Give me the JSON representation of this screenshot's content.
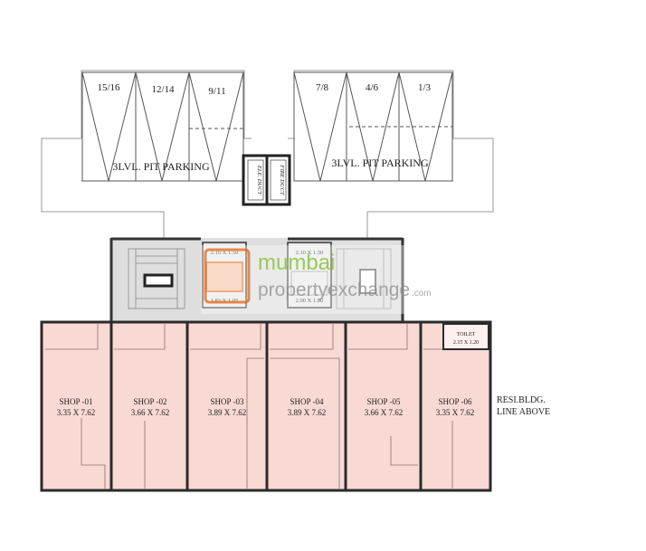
{
  "parking_left": {
    "bays": [
      "15/16",
      "12/14",
      "9/11"
    ],
    "label": "3LVL. PIT PARKING"
  },
  "parking_right": {
    "bays": [
      "7/8",
      "4/6",
      "1/3"
    ],
    "label": "3LVL. PIT PARKING"
  },
  "ducts": {
    "ele": "ELE. DUCT",
    "fire": "FIRE DUCT"
  },
  "core": {
    "lift_left_dim": "2.10 X 1.50",
    "lobby_dim": "1.83 X 1.05",
    "lift_right_dim": "2.10 X 1.50",
    "passage_dim": "2.00 X 1.80"
  },
  "watermark": {
    "line1": "mumbai",
    "line2": "propertyexchange",
    "suffix": ".com"
  },
  "shops": [
    {
      "name": "SHOP -01",
      "size": "3.35 X 7.62"
    },
    {
      "name": "SHOP -02",
      "size": "3.66 X 7.62"
    },
    {
      "name": "SHOP -03",
      "size": "3.89 X 7.62"
    },
    {
      "name": "SHOP -04",
      "size": "3.89 X 7.62"
    },
    {
      "name": "SHOP -05",
      "size": "3.66 X 7.62"
    },
    {
      "name": "SHOP -06",
      "size": "3.35 X 7.62"
    }
  ],
  "toilet": {
    "label": "TOILET",
    "size": "2.15 X 1.20"
  },
  "resl_note": {
    "line1": "RESI.BLDG.",
    "line2": "LINE ABOVE"
  },
  "colors": {
    "shop_fill": "#f9d9d4",
    "core_fill": "#dcdcdc",
    "wall": "#2b2b2b",
    "watermark_orange": "#e8792f",
    "watermark_green": "#8cc63f"
  }
}
